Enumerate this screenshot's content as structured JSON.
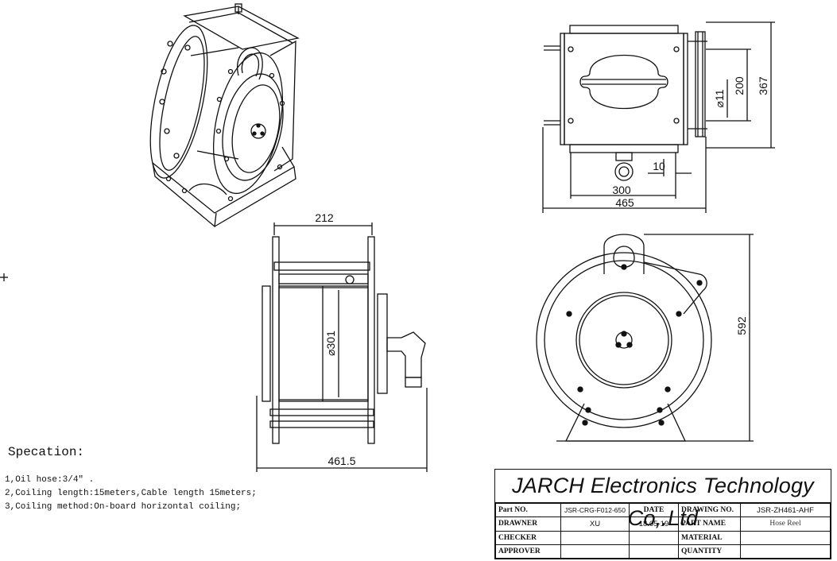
{
  "dimensions": {
    "top_view_width_1": "300",
    "top_view_width_2": "465",
    "top_view_offset": "10",
    "top_view_height_1": "200",
    "top_view_height_2": "367",
    "top_view_hole": "⌀11",
    "front_view_top": "212",
    "front_view_drum": "⌀301",
    "front_view_bottom": "461.5",
    "side_view_height": "592"
  },
  "spec": {
    "title": "Specation:",
    "items": [
      "1,Oil hose:3/4\" .",
      "2,Coiling length:15meters,Cable length 15meters;",
      "3,Coiling method:On-board horizontal coiling;"
    ]
  },
  "title_block": {
    "company": "JARCH Electronics Technology Co,.Ltd",
    "rows": [
      [
        "Part NO.",
        "JSR-CRG-F012-650",
        "DATE",
        "DRAWING NO.",
        "JSR-ZH461-AHF"
      ],
      [
        "DRAWNER",
        "XU",
        "18.05-19",
        "PART NAME",
        "Hose Reel"
      ],
      [
        "CHECKER",
        "",
        "",
        "MATERIAL",
        ""
      ],
      [
        "APPROVER",
        "",
        "",
        "QUANTITY",
        ""
      ]
    ]
  }
}
